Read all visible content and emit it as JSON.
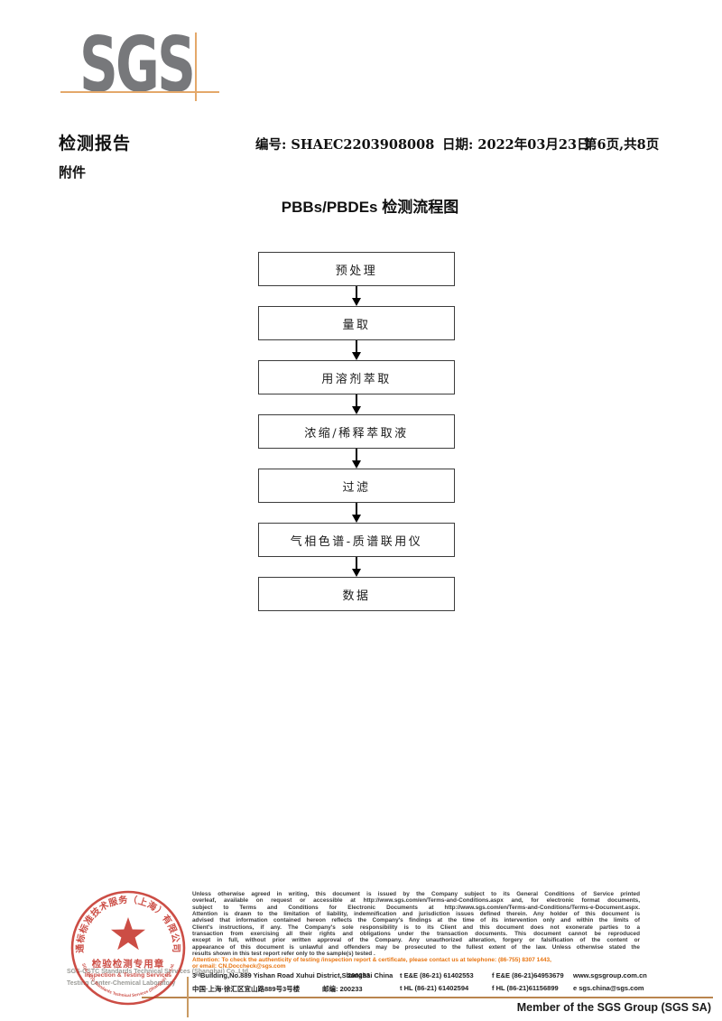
{
  "logo": {
    "text": "SGS"
  },
  "header": {
    "report_title": "检测报告",
    "report_no": "编号: SHAEC2203908008",
    "date": "日期: 2022年03月23日",
    "page_info": "第6页,共8页",
    "attachment_label": "附件"
  },
  "flowchart": {
    "title": "PBBs/PBDEs 检测流程图",
    "steps": [
      "预处理",
      "量取",
      "用溶剂萃取",
      "浓缩/稀释萃取液",
      "过滤",
      "气相色谱-质谱联用仪",
      "数据"
    ]
  },
  "footer": {
    "legal_lines": [
      "Unless otherwise agreed in writing, this document is issued by the Company subject to its General Conditions of Service printed",
      "overleaf, available on request or accessible at http://www.sgs.com/en/Terms-and-Conditions.aspx and, for electronic format documents,",
      "subject to Terms and Conditions for Electronic Documents at http://www.sgs.com/en/Terms-and-Conditions/Terms-e-Document.aspx.",
      "Attention is drawn to the limitation of liability, indemnification and jurisdiction issues defined therein. Any holder of this document is",
      "advised that information contained hereon reflects the Company's findings at the time of its intervention only and within the limits of",
      "Client's instructions, if any. The Company's sole responsibility is to its Client and this document does not exonerate parties to a",
      "transaction from exercising all their rights and obligations under the transaction documents. This document cannot be reproduced",
      "except in full, without prior written approval of the Company. Any unauthorized alteration, forgery or falsification of the content or",
      "appearance of this document is unlawful and offenders may be prosecuted to the fullest extent of the law. Unless otherwise stated the",
      "results shown in this test report refer only to the sample(s) tested ."
    ],
    "attention_line1": "Attention: To check the authenticity of testing /inspection report & certificate, please contact us at telephone: (86-755) 8307 1443,",
    "attention_line2": "or email: CN.Doccheck@sgs.com",
    "company_line1": "SGS-CSTC Standards Technical Services (Shanghai) Co.,Ltd.",
    "company_line2": "Testing Center-Chemical Laboratory",
    "address_en": "3ʳᵈBuilding,No.889 Yishan Road Xuhui District,Shanghai China",
    "address_en_zip": "200233",
    "address_cn": "中国·上海·徐汇区宜山路889号3号楼",
    "address_cn_zip": "邮编: 200233",
    "tel1": "t E&E (86-21) 61402553",
    "fax1": "f E&E (86-21)64953679",
    "web": "www.sgsgroup.com.cn",
    "tel2": "t HL (86-21) 61402594",
    "fax2": "f HL (86-21)61156899",
    "email": "e  sgs.china@sgs.com",
    "member_text": "Member of the SGS Group (SGS SA)"
  },
  "stamp": {
    "arc_top": "通标标准技术服务（上海）有限公司",
    "line1": "检验检测专用章",
    "line2": "Inspection & Testing Services",
    "arc_bottom": "SGS-CSTC Standards Technical Services (Shanghai) Co.,Ltd."
  },
  "colors": {
    "logo_gray": "#77787b",
    "crosshair_tan": "#e4a86a",
    "footer_line_tan": "#b9854e",
    "attention_orange": "#e87511",
    "stamp_red": "#c5352c"
  }
}
